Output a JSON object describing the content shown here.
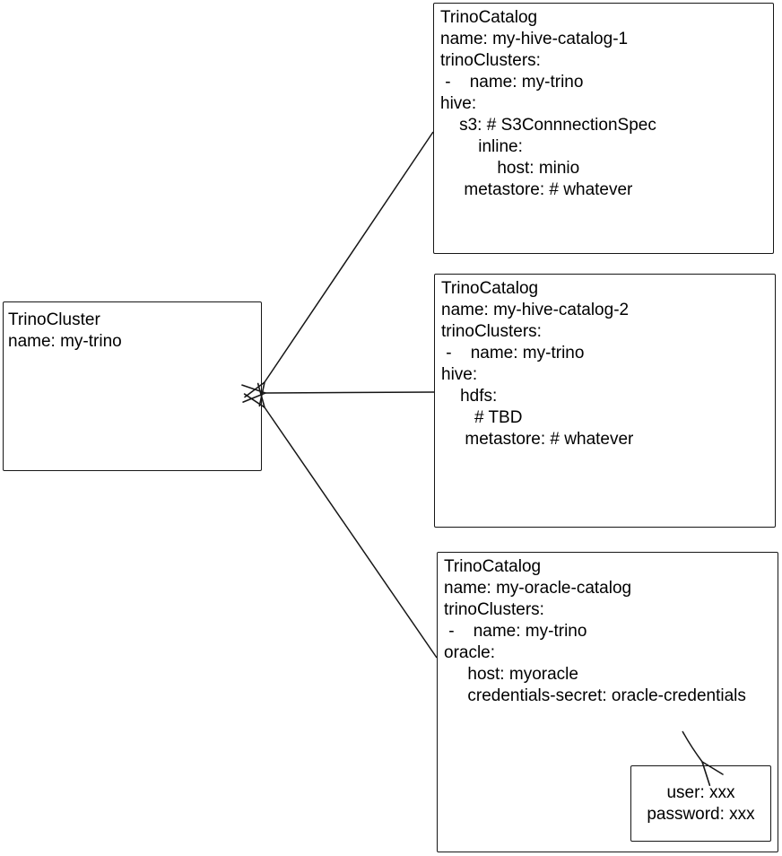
{
  "colors": {
    "background": "#ffffff",
    "stroke": "#161616",
    "text": "#000000"
  },
  "cluster_box": {
    "lines": [
      "TrinoCluster",
      "name: my-trino"
    ]
  },
  "catalog1_box": {
    "lines": [
      "TrinoCatalog",
      "name: my-hive-catalog-1",
      "trinoClusters:",
      " -    name: my-trino",
      "hive:",
      "    s3: # S3ConnnectionSpec",
      "        inline:",
      "            host: minio",
      "     metastore: # whatever"
    ]
  },
  "catalog2_box": {
    "lines": [
      "TrinoCatalog",
      "name: my-hive-catalog-2",
      "trinoClusters:",
      " -    name: my-trino",
      "hive:",
      "    hdfs:",
      "       # TBD",
      "     metastore: # whatever"
    ]
  },
  "catalog3_box": {
    "lines": [
      "TrinoCatalog",
      "name: my-oracle-catalog",
      "trinoClusters:",
      " -    name: my-trino",
      "oracle:",
      "     host: myoracle",
      "     credentials-secret: oracle-credentials"
    ]
  },
  "credentials_box": {
    "lines": [
      "user: xxx",
      "password: xxx"
    ]
  }
}
